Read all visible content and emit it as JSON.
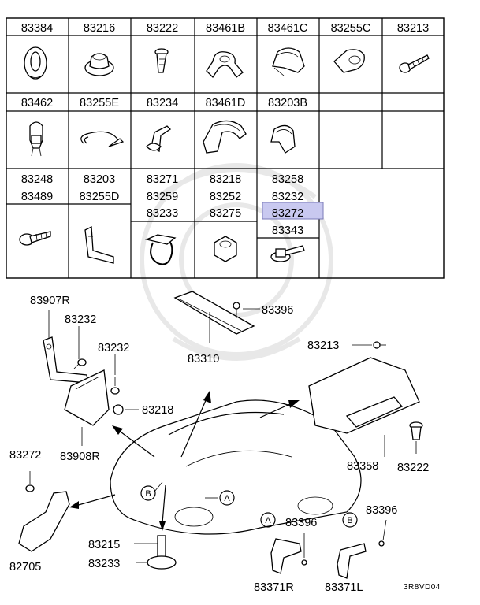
{
  "parts_table": {
    "row1": [
      "83384",
      "83216",
      "83222",
      "83461B",
      "83461C",
      "83255C",
      "83213"
    ],
    "row2": [
      "83462",
      "83255E",
      "83234",
      "83461D",
      "83203B"
    ],
    "row3": {
      "col1": [
        "83248",
        "83489"
      ],
      "col2": [
        "83203",
        "83255D"
      ],
      "col3": [
        "83271",
        "83259",
        "83233"
      ],
      "col4": [
        "83218",
        "83252",
        "83275"
      ],
      "col5": [
        "83258",
        "83232",
        "83272",
        "83343"
      ]
    },
    "highlighted_part": "83272",
    "highlight_color": "#c9c9f0"
  },
  "diagram": {
    "labels": {
      "bracket_r": "83907R",
      "bolt_a": "83232",
      "bolt_b": "83232",
      "grommet": "83218",
      "bracket_808": "83908R",
      "nut_left": "83272",
      "bracket_827": "82705",
      "cover": "83310",
      "screw_top": "83396",
      "screw_right": "83213",
      "tray": "83358",
      "clip_right": "83222",
      "clip_bottom_a": "83215",
      "clip_bottom_b": "83233",
      "screw_a": "83396",
      "screw_b": "83396",
      "bracket_a": "83371R",
      "bracket_b": "83371L"
    },
    "callouts": {
      "a": "A",
      "b": "B"
    },
    "figure_code": "3R8VD04"
  }
}
